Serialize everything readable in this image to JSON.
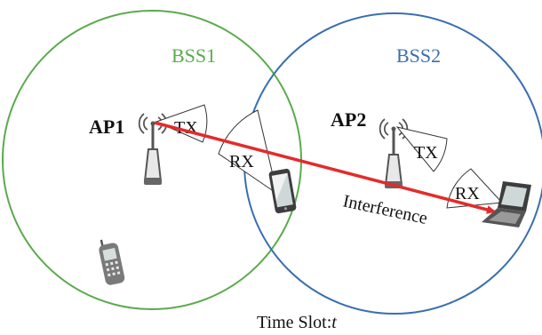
{
  "labels": {
    "bss1": "BSS1",
    "bss2": "BSS2",
    "ap1": "AP1",
    "ap2": "AP2",
    "tx": "TX",
    "rx": "RX",
    "interference": "Interference",
    "time_slot_prefix": "Time Slot:",
    "time_slot_var": "t"
  },
  "colors": {
    "bss1_circle": "#5aab4c",
    "bss2_circle": "#3a6fb0",
    "interference_arrow": "#e32b2b",
    "device": "#555555"
  },
  "icons": [
    "antenna-icon",
    "smartphone-icon",
    "tablet-icon",
    "laptop-icon",
    "mobile-phone-icon"
  ]
}
